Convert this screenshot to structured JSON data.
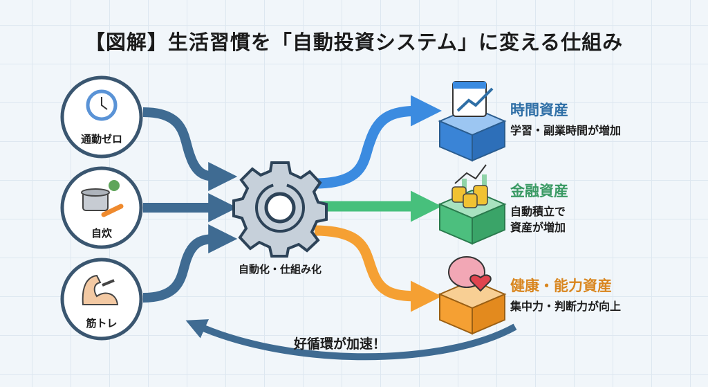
{
  "title": "【図解】生活習慣を「自動投資システム」に変える仕組み",
  "inputs": [
    {
      "label": "通勤ゼロ",
      "icon": "clock-cycle-icon"
    },
    {
      "label": "自炊",
      "icon": "cooking-pot-icon"
    },
    {
      "label": "筋トレ",
      "icon": "flexed-arm-dumbbell-icon"
    }
  ],
  "center": {
    "label": "自動化・仕組み化",
    "icon": "gear-icon"
  },
  "outputs": [
    {
      "heading": "時間資産",
      "desc": [
        "学習・副業時間が増加"
      ],
      "color": "#2f6fa6",
      "icon": "calendar-growth-icon"
    },
    {
      "heading": "金融資産",
      "desc": [
        "自動積立で",
        "資産が増加"
      ],
      "color": "#3a9a64",
      "icon": "coins-chart-icon"
    },
    {
      "heading": "健康・能力資産",
      "desc": [
        "集中力・判断力が向上"
      ],
      "color": "#d9861f",
      "icon": "brain-heart-icon"
    }
  ],
  "loop_label": "好循環が加速！",
  "colors": {
    "input_arrow": "#3f6b92",
    "blue": "#3b8be0",
    "green": "#47c07c",
    "orange": "#f5a033"
  }
}
